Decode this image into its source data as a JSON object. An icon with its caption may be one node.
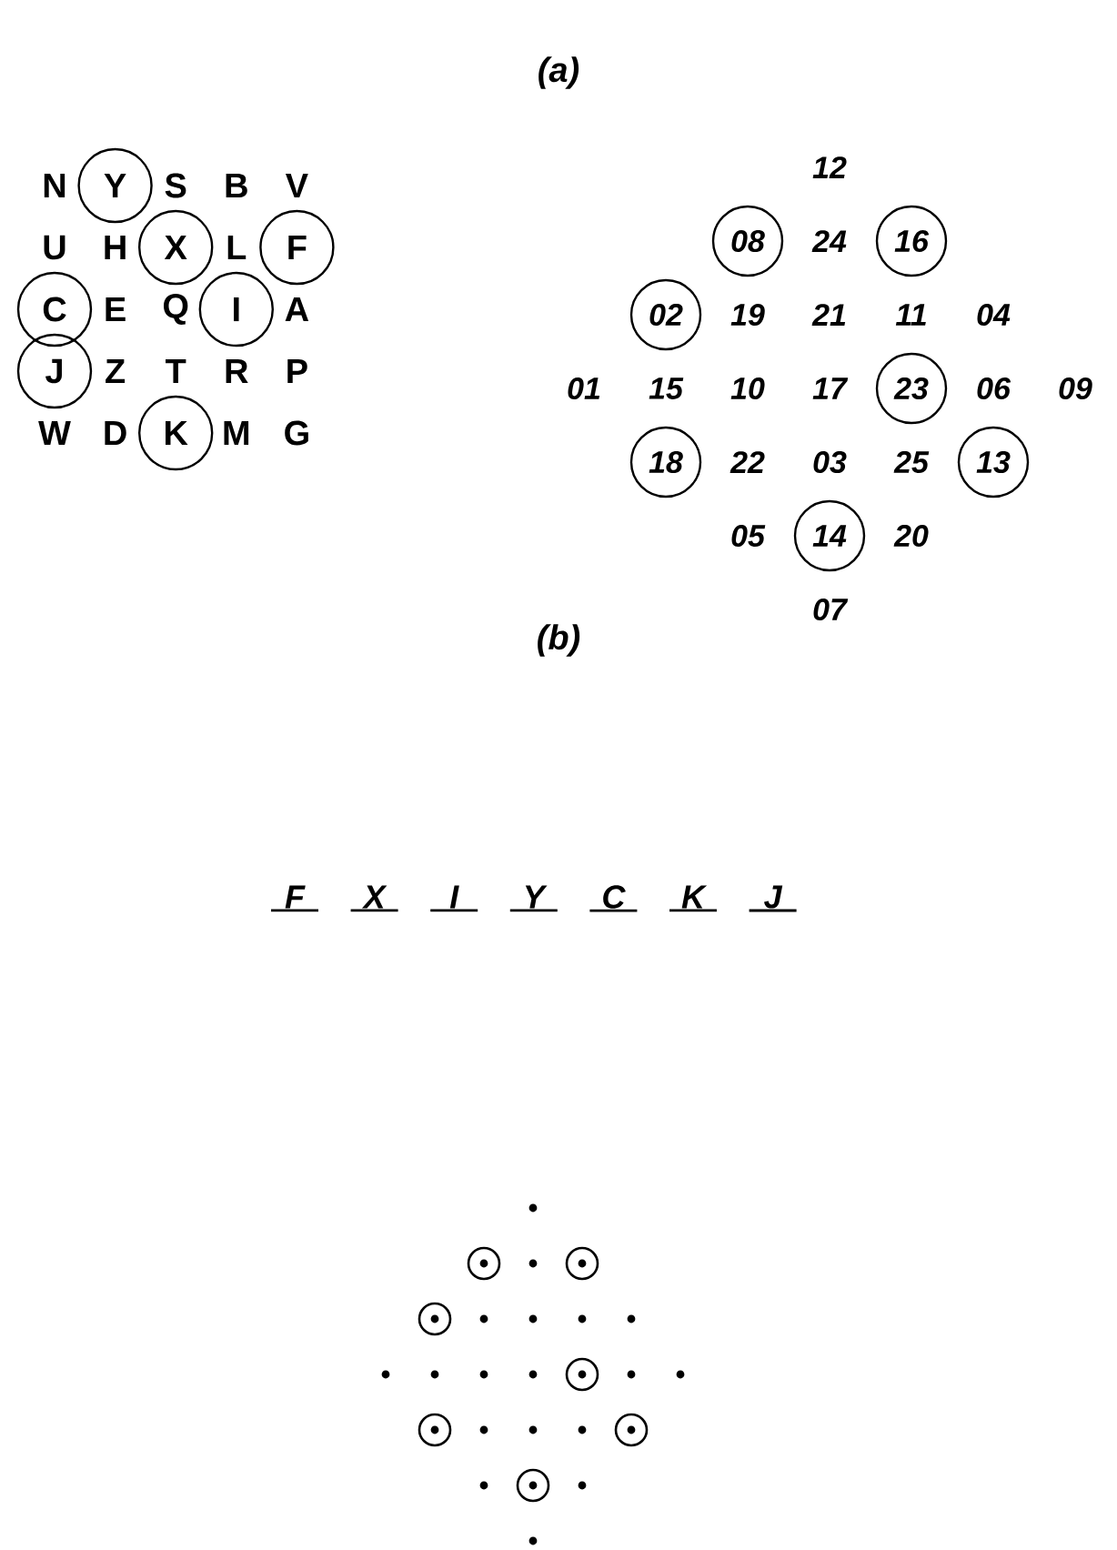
{
  "diagram": {
    "nodes": [
      {
        "text": [
          "Y"
        ]
      },
      {
        "text": [
          "X"
        ]
      },
      {
        "text": [
          "F"
        ]
      },
      {
        "text": [
          "C"
        ]
      },
      {
        "text": [
          "I"
        ]
      },
      {
        "text": [
          "J"
        ]
      },
      {
        "text": [
          "K"
        ]
      },
      {
        "text": [
          "08"
        ]
      },
      {
        "text": [
          "16"
        ]
      },
      {
        "text": [
          "02"
        ]
      },
      {
        "text": [
          "23"
        ]
      },
      {
        "text": [
          "18"
        ]
      },
      {
        "text": [
          "13"
        ]
      },
      {
        "text": [
          "14"
        ]
      },
      {
        "text": [],
        "shape": "circle"
      },
      {
        "text": [],
        "shape": "circle"
      },
      {
        "text": [],
        "shape": "circle"
      },
      {
        "text": [],
        "shape": "circle"
      },
      {
        "text": [],
        "shape": "circle"
      },
      {
        "text": [],
        "shape": "circle"
      },
      {
        "text": [],
        "shape": "circle"
      }
    ],
    "labels": [
      "(a)",
      "N",
      "S",
      "B",
      "V",
      "U",
      "H",
      "L",
      "E",
      "Q",
      "A",
      "Z",
      "T",
      "R",
      "P",
      "W",
      "D",
      "M",
      "G",
      "12",
      "24",
      "19",
      "21",
      "11",
      "04",
      "01",
      "15",
      "10",
      "17",
      "06",
      "09",
      "22",
      "03",
      "25",
      "05",
      "20",
      "07",
      "(b)",
      "F",
      "X",
      "I",
      "Y",
      "C",
      "K",
      "J"
    ]
  }
}
